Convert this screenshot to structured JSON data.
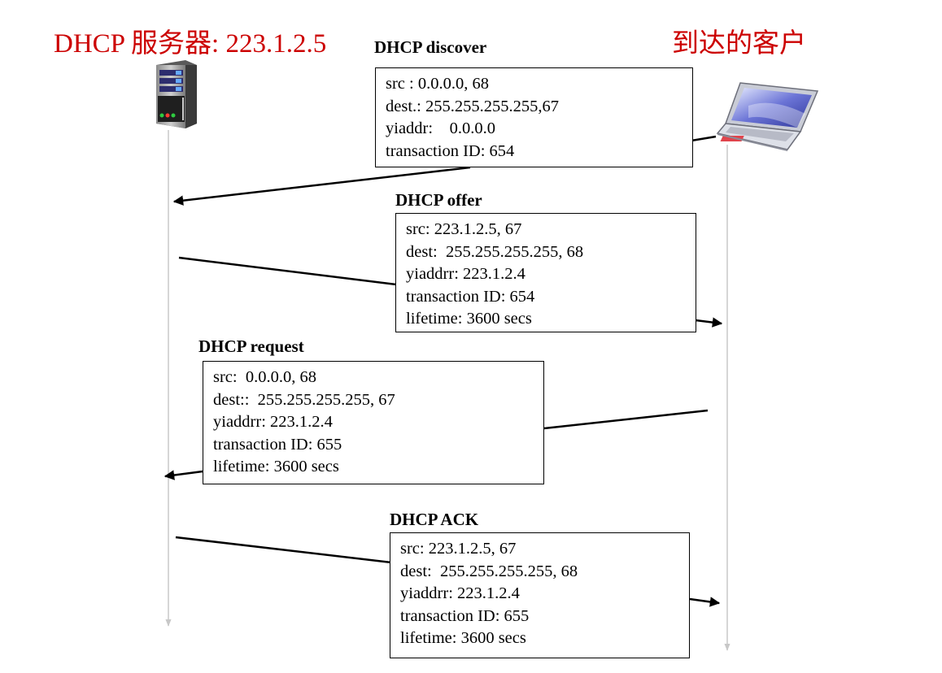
{
  "server_heading": "DHCP 服务器: 223.1.2.5",
  "client_heading": "到达的客户",
  "icons": {
    "server": "server-tower-icon",
    "client": "laptop-icon"
  },
  "colors": {
    "heading": "#cc0000",
    "timeline": "#c8c8c8",
    "arrow": "#000000"
  },
  "messages": [
    {
      "title": "DHCP discover",
      "direction": "client-to-server",
      "fields": [
        "src : 0.0.0.0, 68",
        "dest.: 255.255.255.255,67",
        "yiaddr:    0.0.0.0",
        "transaction ID: 654"
      ]
    },
    {
      "title": "DHCP offer",
      "direction": "server-to-client",
      "fields": [
        "src: 223.1.2.5, 67",
        "dest:  255.255.255.255, 68",
        "yiaddrr: 223.1.2.4",
        "transaction ID: 654",
        "lifetime: 3600 secs"
      ]
    },
    {
      "title": "DHCP request",
      "direction": "client-to-server",
      "fields": [
        "src:  0.0.0.0, 68",
        "dest::  255.255.255.255, 67",
        "yiaddrr: 223.1.2.4",
        "transaction ID: 655",
        "lifetime: 3600 secs"
      ]
    },
    {
      "title": "DHCP ACK",
      "direction": "server-to-client",
      "fields": [
        "src: 223.1.2.5, 67",
        "dest:  255.255.255.255, 68",
        "yiaddrr: 223.1.2.4",
        "transaction ID: 655",
        "lifetime: 3600 secs"
      ]
    }
  ]
}
